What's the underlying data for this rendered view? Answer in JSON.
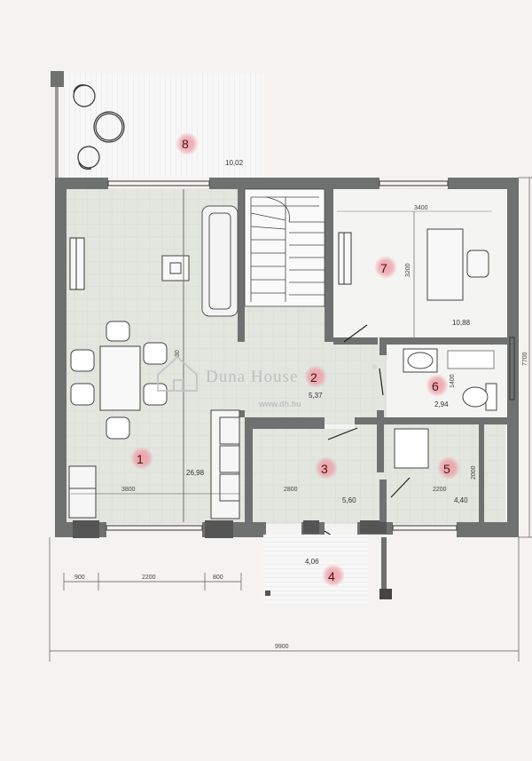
{
  "colors": {
    "wall": "#6f7070",
    "wall_dark": "#4a4a4a",
    "floor_tile": "#e3e5df",
    "terrace": "#f6f6f6",
    "marker": "#e57b87",
    "dimension_line": "#555555"
  },
  "rooms": [
    {
      "number": "1",
      "area": "26,98",
      "width": "3800"
    },
    {
      "number": "2",
      "area": "5,37"
    },
    {
      "number": "3",
      "area": "5,60",
      "width": "2800"
    },
    {
      "number": "4",
      "area": "4,06"
    },
    {
      "number": "5",
      "area": "4,40",
      "width": "2200",
      "depth": "2000"
    },
    {
      "number": "6",
      "area": "2,94",
      "depth": "1400"
    },
    {
      "number": "7",
      "area": "10,88",
      "width": "3400",
      "depth": "3200"
    },
    {
      "number": "8",
      "area": "10,02"
    }
  ],
  "dimensions": {
    "overall_width": "9900",
    "overall_depth": "7700",
    "bottom_segments": [
      "900",
      "2200",
      "800"
    ],
    "living_depth": "30"
  },
  "watermark": {
    "brand": "Duna House",
    "url": "www.dh.hu"
  },
  "icons": [
    "house-logo-icon",
    "registered-mark-icon",
    "door-swing-icon",
    "stair-icon",
    "toilet-icon",
    "sink-icon",
    "sofa-icon",
    "table-icon",
    "chair-icon",
    "bed-icon",
    "desk-icon",
    "fireplace-icon",
    "radiator-icon",
    "kitchen-counter-icon"
  ]
}
